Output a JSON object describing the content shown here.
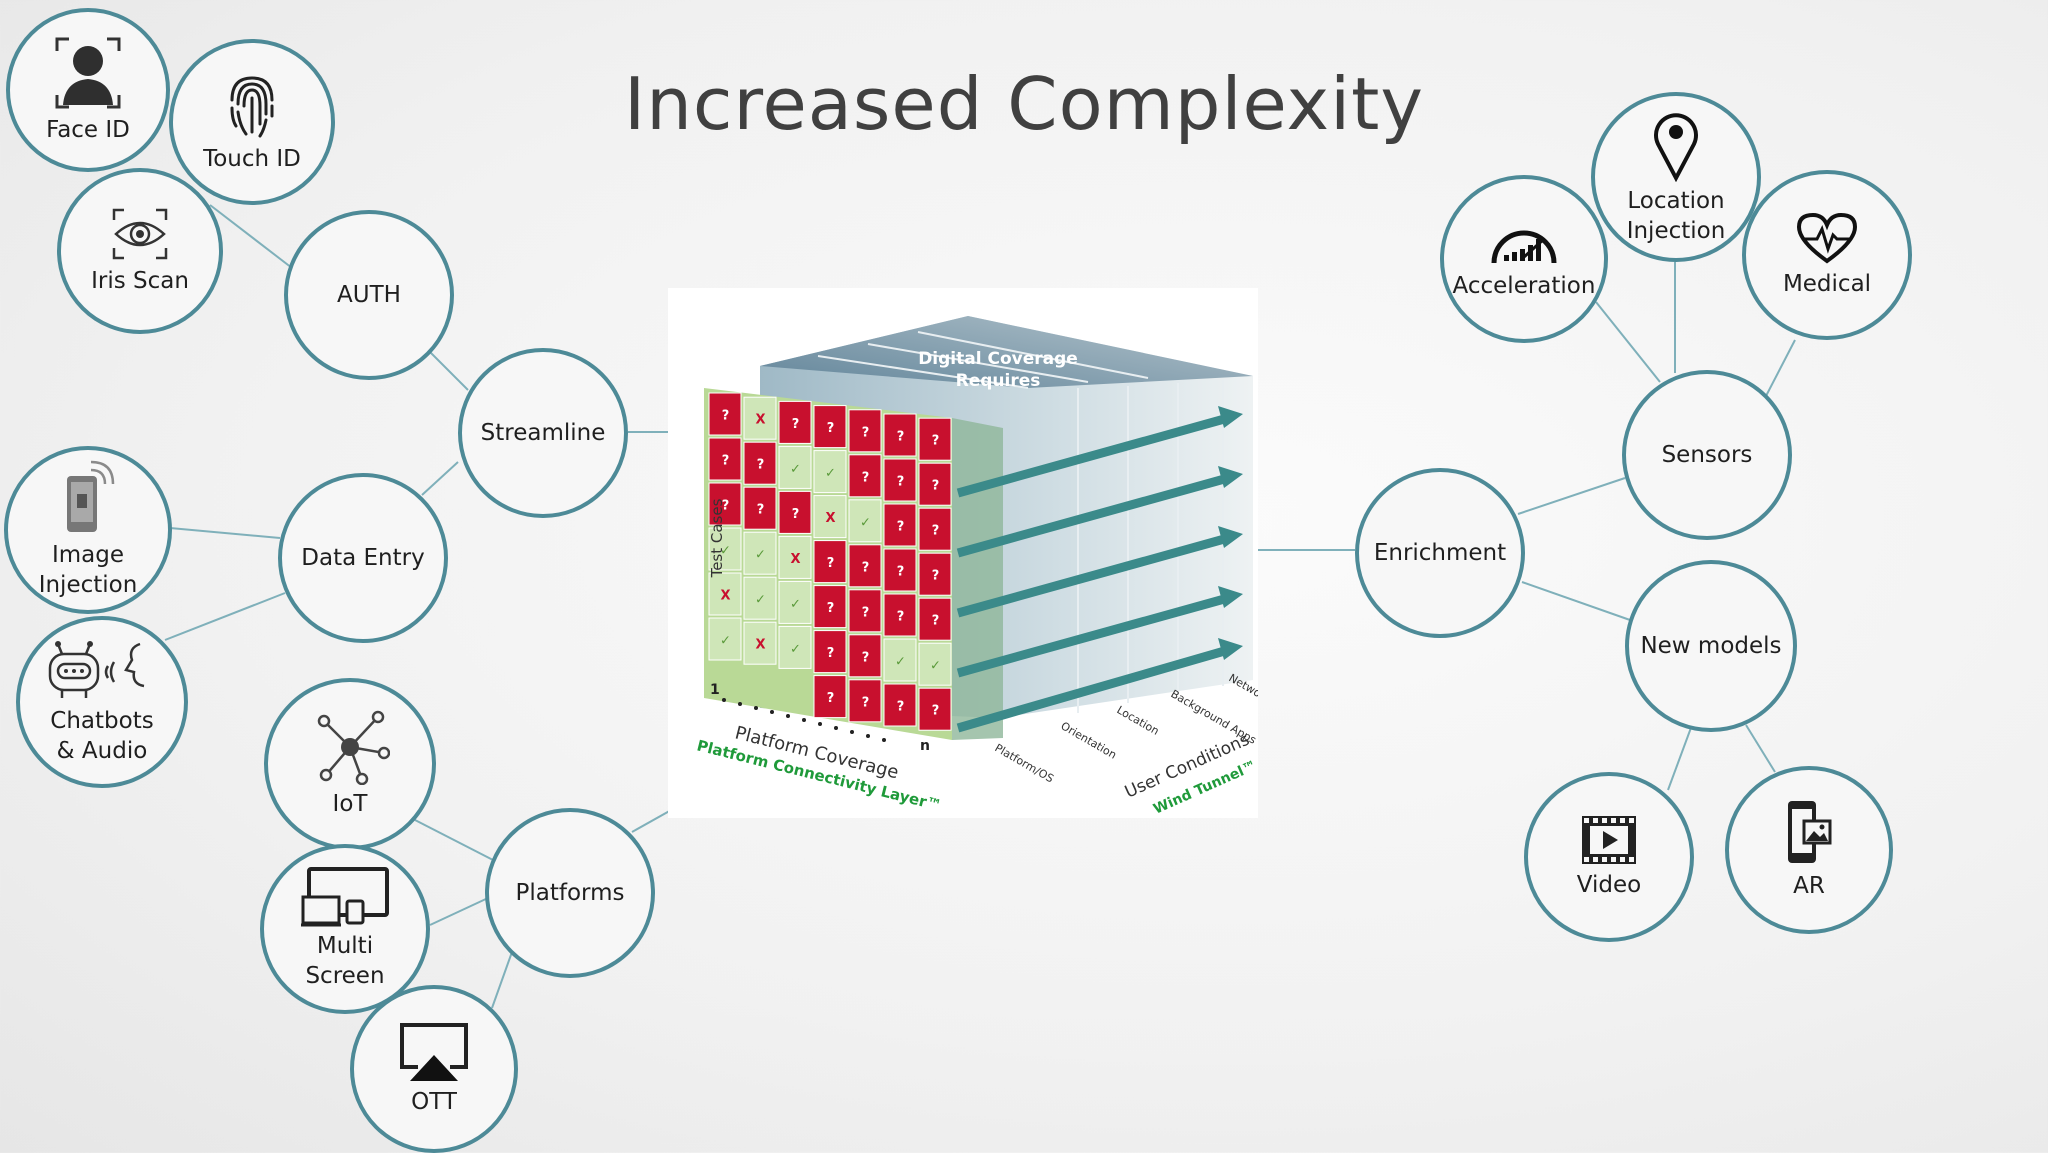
{
  "title": "Increased Complexity",
  "colors": {
    "ring": "#4d8a97",
    "line": "#7fb0ba",
    "title": "#404040",
    "cell_red": "#c8102e",
    "cell_green": "#cfe6b8"
  },
  "nodes": {
    "face_id": {
      "label": "Face ID",
      "icon": "face-id-icon"
    },
    "touch_id": {
      "label": "Touch ID",
      "icon": "fingerprint-icon"
    },
    "iris_scan": {
      "label": "Iris Scan",
      "icon": "eye-scan-icon"
    },
    "auth": {
      "label": "AUTH"
    },
    "streamline": {
      "label": "Streamline"
    },
    "image_injection": {
      "label": "Image\nInjection",
      "icon": "phone-camera-icon"
    },
    "data_entry": {
      "label": "Data Entry"
    },
    "chatbots": {
      "label": "Chatbots\n& Audio",
      "icon": "chatbot-voice-icon"
    },
    "iot": {
      "label": "IoT",
      "icon": "network-hub-icon"
    },
    "platforms": {
      "label": "Platforms"
    },
    "multi_screen": {
      "label": "Multi\nScreen",
      "icon": "devices-icon"
    },
    "ott": {
      "label": "OTT",
      "icon": "airplay-icon"
    },
    "location": {
      "label": "Location\nInjection",
      "icon": "map-pin-icon"
    },
    "acceleration": {
      "label": "Acceleration",
      "icon": "speedometer-icon"
    },
    "medical": {
      "label": "Medical",
      "icon": "heartbeat-icon"
    },
    "sensors": {
      "label": "Sensors"
    },
    "enrichment": {
      "label": "Enrichment"
    },
    "new_models": {
      "label": "New models"
    },
    "video": {
      "label": "Video",
      "icon": "film-play-icon"
    },
    "ar": {
      "label": "AR",
      "icon": "phone-image-icon"
    }
  },
  "cube": {
    "top_label_1": "Digital Coverage",
    "top_label_2": "Requires",
    "y_label": "Test Cases",
    "x_start": "1",
    "x_end": "n",
    "x_label": "Platform Coverage",
    "x_sublabel": "Platform Connectivity Layer™",
    "z_label": "User Conditions",
    "z_sublabel": "Wind Tunnel™",
    "z_ticks": [
      "Platform/OS",
      "Orientation",
      "Location",
      "Background Apps",
      "Netwo"
    ],
    "grid": [
      [
        "?",
        "X",
        "?",
        "?",
        "?",
        "?",
        "?"
      ],
      [
        "?",
        "?",
        "✓",
        "✓",
        "?",
        "?",
        "?"
      ],
      [
        "?",
        "?",
        "?",
        "X",
        "✓",
        "?",
        "?"
      ],
      [
        "✓",
        "✓",
        "X",
        "?",
        "?",
        "?",
        "?"
      ],
      [
        "X",
        "✓",
        "✓",
        "?",
        "?",
        "?",
        "?"
      ],
      [
        "✓",
        "X",
        "✓",
        "?",
        "?",
        "✓",
        "✓"
      ],
      [
        "",
        "",
        "",
        "?",
        "?",
        "?",
        "?"
      ]
    ]
  }
}
